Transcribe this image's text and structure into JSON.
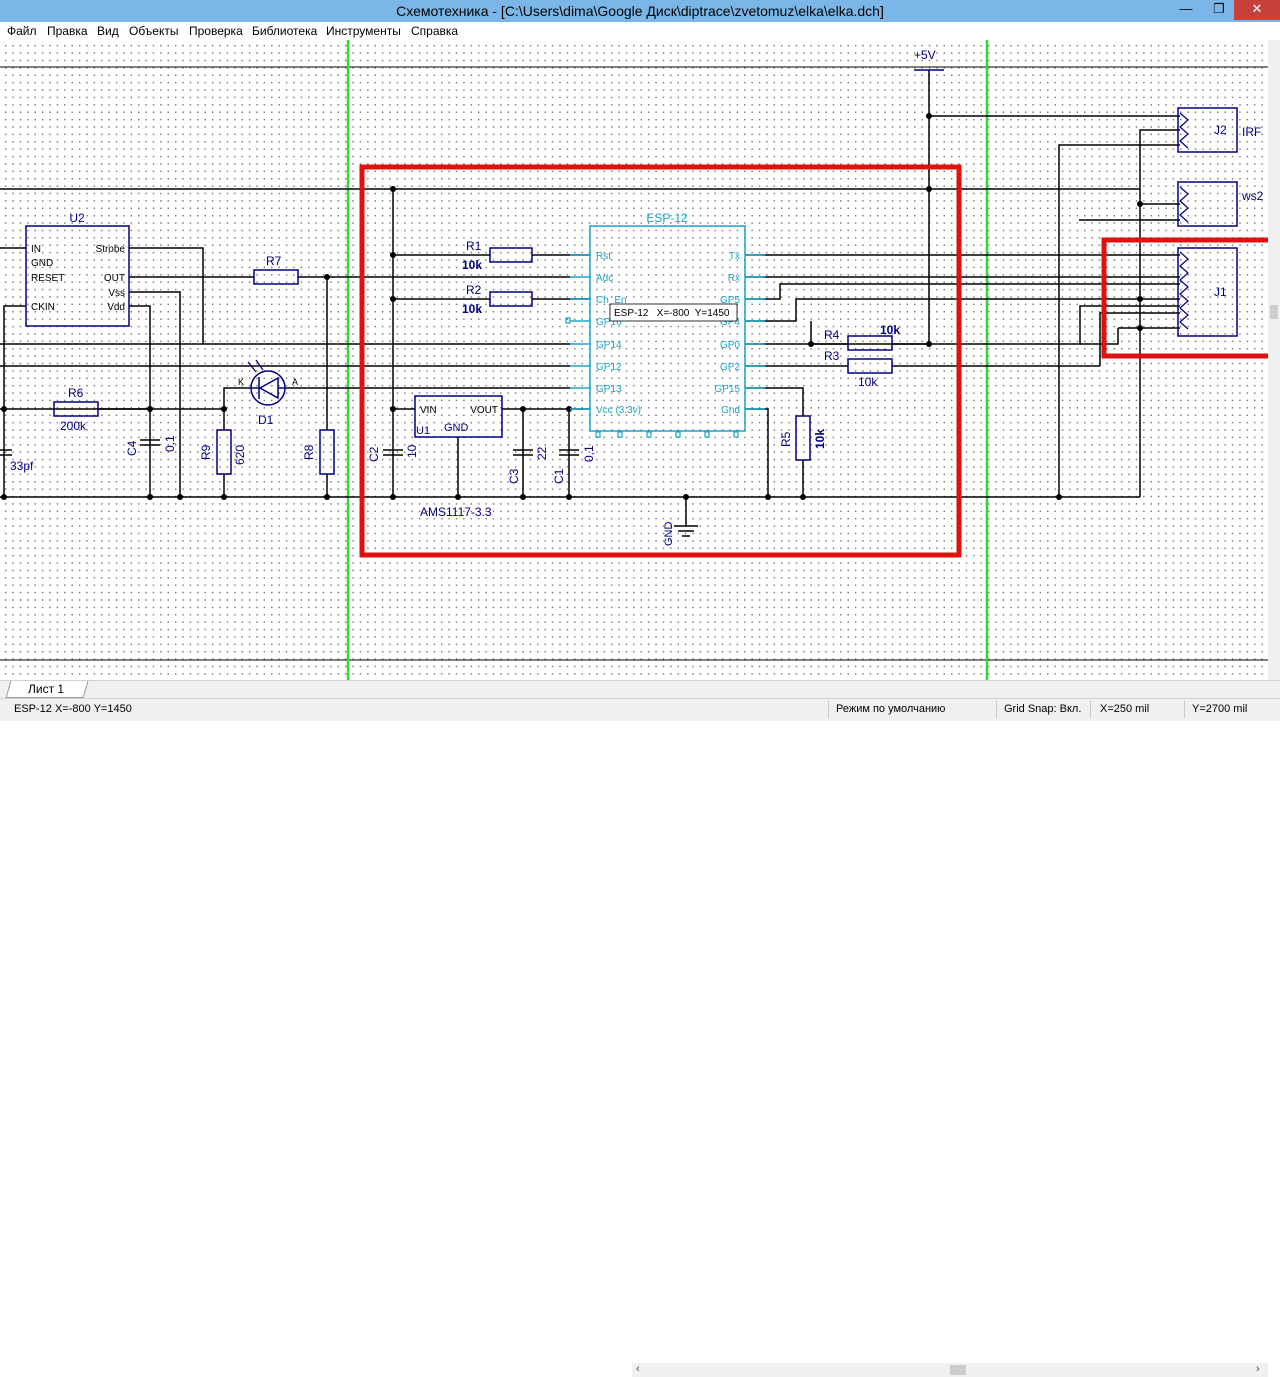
{
  "window": {
    "title": "Схемотехника - [C:\\Users\\dima\\Google Диск\\diptrace\\zvetomuz\\elka\\elka.dch]",
    "minimize_glyph": "—",
    "restore_glyph": "❐",
    "close_glyph": "✕"
  },
  "menu": [
    "Файл",
    "Правка",
    "Вид",
    "Объекты",
    "Проверка",
    "Библиотека",
    "Инструменты",
    "Справка"
  ],
  "schematic": {
    "power": "+5V",
    "gnd": "GND",
    "esp": {
      "name": "ESP-12",
      "left_pins": [
        "Rst",
        "Adc",
        "Ch_En",
        "GP16",
        "GP14",
        "GP12",
        "GP13",
        "Vcc (3.3v)"
      ],
      "right_pins": [
        "Tx",
        "Rx",
        "GP5",
        "GP4",
        "GP0",
        "GP2",
        "GP15",
        "Gnd"
      ]
    },
    "tooltip": "ESP-12   X=-800  Y=1450",
    "u2": {
      "name": "U2",
      "left_pins": [
        "IN",
        "GND",
        "RESET",
        "CKIN"
      ],
      "right_pins": [
        "Strobe",
        "OUT",
        "Vss",
        "Vdd"
      ]
    },
    "u1": {
      "name": "U1",
      "vin": "VIN",
      "vout": "VOUT",
      "gnd": "GND",
      "part": "AMS1117-3.3"
    },
    "r1": {
      "name": "R1",
      "value": "10k"
    },
    "r2": {
      "name": "R2",
      "value": "10k"
    },
    "r3": {
      "name": "R3",
      "value": "10k"
    },
    "r4": {
      "name": "R4",
      "value": "10k"
    },
    "r5": {
      "name": "R5",
      "value": "10k"
    },
    "r6": {
      "name": "R6",
      "value": "200k"
    },
    "r7": {
      "name": "R7"
    },
    "r8": {
      "name": "R8"
    },
    "r9": {
      "name": "R9",
      "value": "620"
    },
    "d1": {
      "name": "D1",
      "k": "K",
      "a": "A"
    },
    "c1": {
      "name": "C1",
      "value": "0,1"
    },
    "c2": {
      "name": "C2",
      "value": "10"
    },
    "c3": {
      "name": "C3",
      "value": "22"
    },
    "c4": {
      "name": "C4",
      "value": "0,1"
    },
    "c_left": {
      "value": "33pf"
    },
    "j1": {
      "name": "J1"
    },
    "j2": {
      "name": "J2",
      "label": "IRF"
    },
    "j3": {
      "label": "ws2"
    },
    "colors": {
      "wire": "#000000",
      "component": "#000080",
      "esp": "#1aa5c8",
      "highlight": "#e01010",
      "guide": "#3ad33a"
    }
  },
  "sheet_tab": "Лист 1",
  "status": {
    "component": "ESP-12  X=-800  Y=1450",
    "mode": "Режим по умолчанию",
    "grid_snap": "Grid Snap: Вкл.",
    "x": "X=250 mil",
    "y": "Y=2700 mil"
  }
}
